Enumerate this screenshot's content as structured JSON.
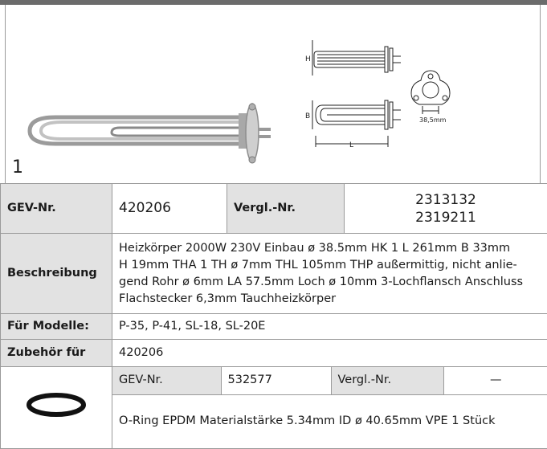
{
  "item_number": "1",
  "drawing_labels": {
    "h": "H",
    "b": "B",
    "l": "L",
    "flange_size": "38,5mm"
  },
  "header": {
    "gev_label": "GEV-Nr.",
    "gev_value": "420206",
    "vergl_label": "Vergl.-Nr.",
    "vergl_values": [
      "2313132",
      "2319211"
    ]
  },
  "description": {
    "label": "Beschreibung",
    "lines": [
      "Heizkörper  2000W 230V Einbau ø 38.5mm HK 1 L 261mm B 33mm",
      "H 19mm THA 1 TH ø 7mm THL 105mm THP außermittig, nicht anlie-",
      "gend Rohr ø 6mm LA 57.5mm Loch ø 10mm 3-Lochflansch Anschluss",
      "Flachstecker 6,3mm Tauchheizkörper"
    ]
  },
  "models": {
    "label": "Für Modelle:",
    "value": "P-35, P-41, SL-18, SL-20E"
  },
  "accessory": {
    "label": "Zubehör für",
    "value": "420206"
  },
  "accessory_item": {
    "gev_label": "GEV-Nr.",
    "gev_value": "532577",
    "vergl_label": "Vergl.-Nr.",
    "vergl_value": "—",
    "description": "O-Ring  EPDM Materialstärke 5.34mm ID ø 40.65mm VPE 1 Stück"
  }
}
